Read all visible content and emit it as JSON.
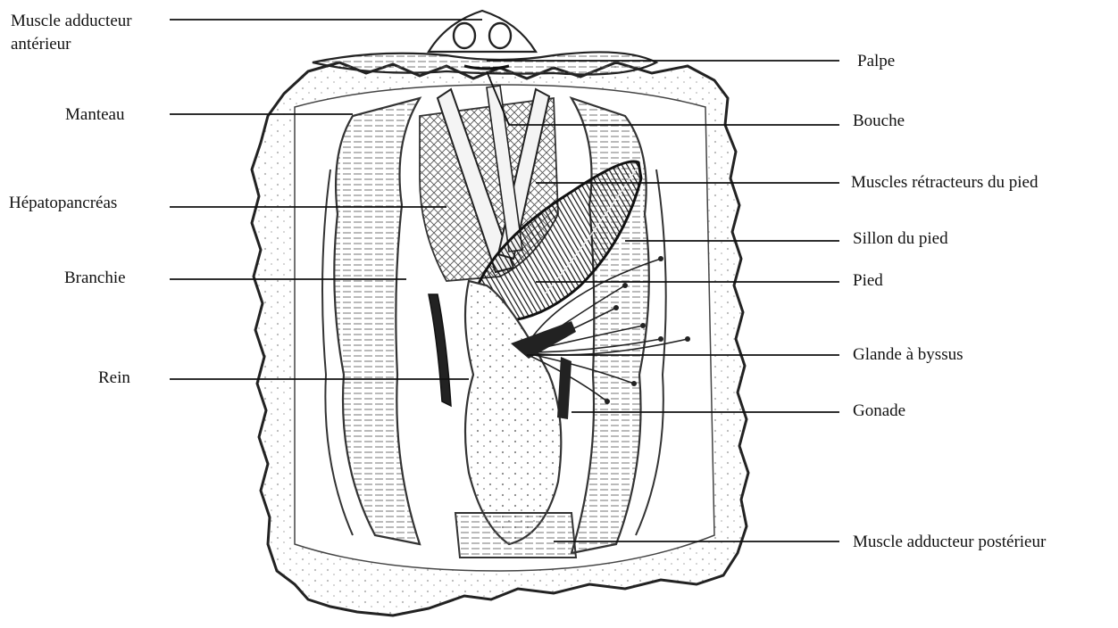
{
  "labels": {
    "muscle_adducteur_anterieur_l1": "Muscle adducteur",
    "muscle_adducteur_anterieur_l2": "antérieur",
    "manteau": "Manteau",
    "hepatopancreas": "Hépatopancréas",
    "branchie": "Branchie",
    "rein": "Rein",
    "palpe": "Palpe",
    "bouche": "Bouche",
    "muscles_retracteurs": "Muscles rétracteurs du pied",
    "sillon_du_pied": "Sillon du pied",
    "pied": "Pied",
    "glande_a_byssus": "Glande à byssus",
    "gonade": "Gonade",
    "muscle_adducteur_posterieur": "Muscle adducteur postérieur"
  },
  "colors": {
    "ink": "#222222",
    "background": "#ffffff"
  }
}
